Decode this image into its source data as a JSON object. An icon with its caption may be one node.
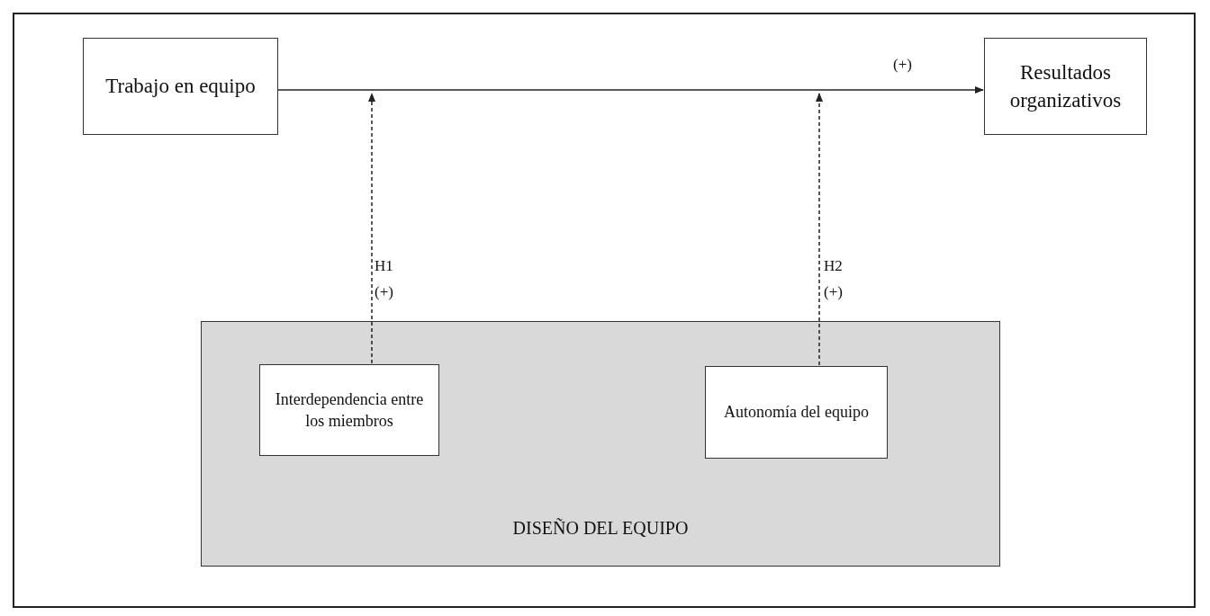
{
  "diagram": {
    "nodes": [
      {
        "text": [
          "Trabajo en equipo"
        ]
      },
      {
        "text": [
          "Resultados organizativos"
        ]
      },
      {
        "text": [
          "DISEÑO DEL EQUIPO"
        ]
      },
      {
        "text": [
          "Interdependencia entre los miembros"
        ],
        "in": 2
      },
      {
        "text": [
          "Autonomía del equipo"
        ],
        "in": 2
      }
    ],
    "edges": [
      {
        "from": 0,
        "to": 1,
        "arrow": "to",
        "label": "(+)"
      },
      {
        "from": 3,
        "to": null,
        "arrow": "to",
        "style": "dashed",
        "label": "H1 (+)"
      },
      {
        "from": 4,
        "to": null,
        "arrow": "to",
        "style": "dashed",
        "label": "H2 (+)"
      }
    ]
  }
}
